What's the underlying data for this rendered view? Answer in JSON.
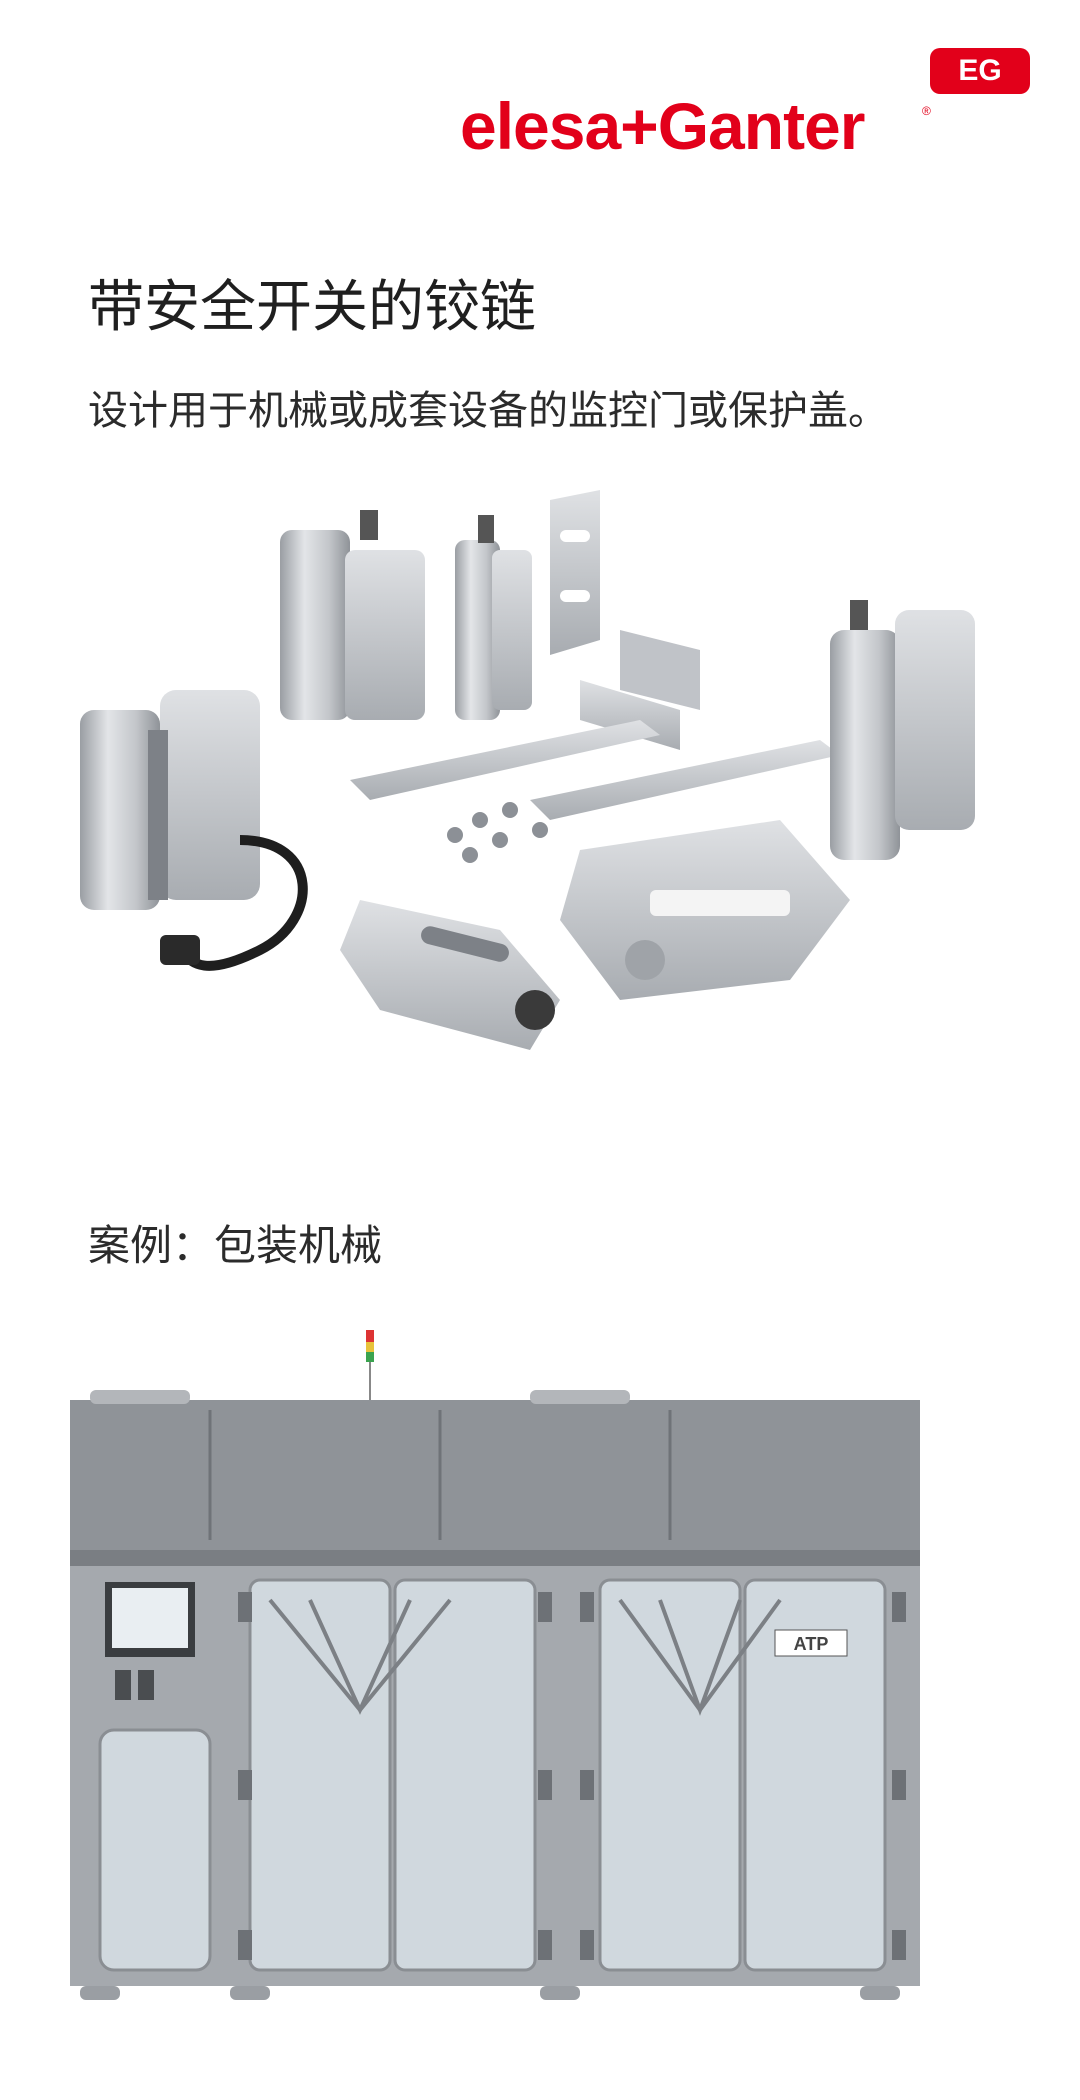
{
  "brand": {
    "name": "elesa+Ganter",
    "badge": "EG",
    "registered": "®",
    "accent_color": "#e2001a"
  },
  "heading": {
    "title": "带安全开关的铰链",
    "subtitle": "设计用于机械或成套设备的监控门或保护盖。"
  },
  "products_image": {
    "alt": "hinges-with-safety-switch-product-family"
  },
  "case": {
    "label": "案例：包装机械"
  },
  "machine_image": {
    "badge_text": "ATP"
  }
}
